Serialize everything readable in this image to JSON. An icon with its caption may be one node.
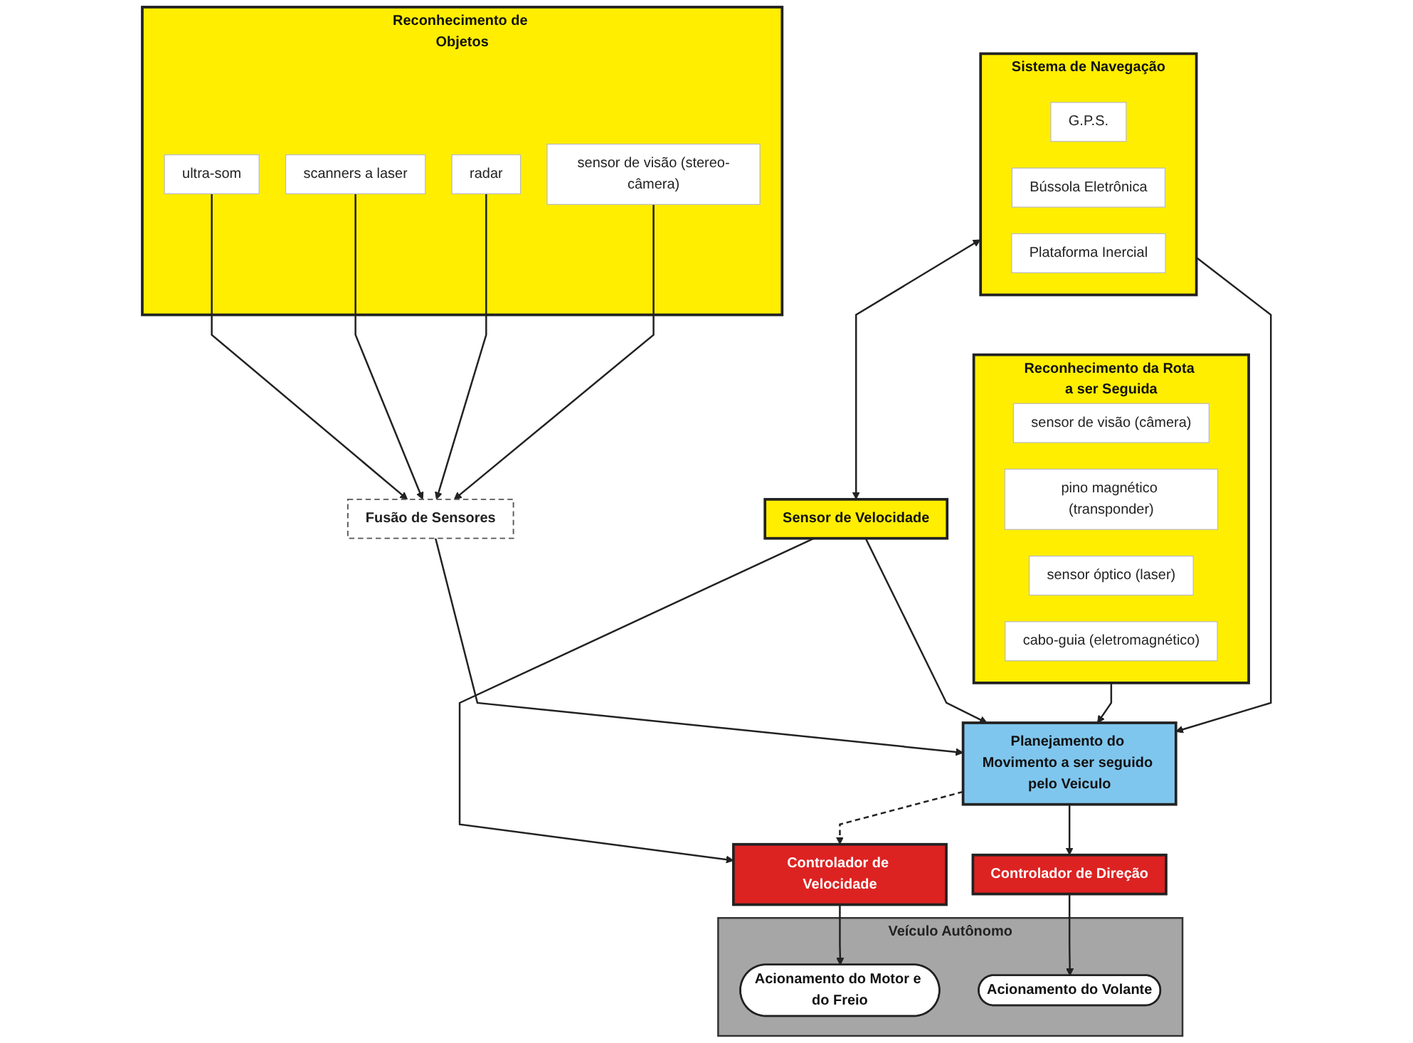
{
  "diagram": {
    "nodes": [
      {
        "text": [
          "Reconhecimento da Rota a ser Seguida"
        ]
      },
      {
        "text": [
          "sensor de visão (câmera)"
        ],
        "in": 0
      },
      {
        "text": [
          "pino magnético (transponder)"
        ],
        "in": 0
      },
      {
        "text": [
          "sensor óptico (laser)"
        ],
        "in": 0
      },
      {
        "text": [
          "cabo-guia (eletromagnético)"
        ],
        "in": 0
      },
      {
        "text": [
          "Reconhecimento de Objetos"
        ]
      },
      {
        "text": [
          "ultra-som"
        ],
        "in": 5
      },
      {
        "text": [
          "scanners a laser"
        ],
        "in": 5
      },
      {
        "text": [
          "radar"
        ],
        "in": 5
      },
      {
        "text": [
          "sensor de visão (stereo-câmera)"
        ],
        "in": 5
      },
      {
        "text": [
          "Fusão de Sensores"
        ]
      },
      {
        "text": [
          "Sistema de Navegação"
        ]
      },
      {
        "text": [
          "G.P.S."
        ],
        "in": 11
      },
      {
        "text": [
          "Bússola Eletrônica"
        ],
        "in": 11
      },
      {
        "text": [
          "Plataforma Inercial"
        ],
        "in": 11
      },
      {
        "text": [
          "Planejamento do Movimento a ser seguido pelo Veiculo"
        ]
      },
      {
        "text": [
          "Sensor de Velocidade"
        ]
      },
      {
        "text": [
          "Controlador de Velocidade"
        ]
      },
      {
        "text": [
          "Controlador de Direção"
        ]
      },
      {
        "text": [
          "Veículo Autônomo"
        ]
      },
      {
        "text": [
          "Acionamento do Motor e do Freio"
        ],
        "in": 19
      },
      {
        "text": [
          "Acionamento do Volante"
        ],
        "in": 19
      }
    ],
    "edges": [
      {
        "from": 6,
        "to": 10,
        "arrow": "to"
      },
      {
        "from": 7,
        "to": 10,
        "arrow": "to"
      },
      {
        "from": 8,
        "to": 10,
        "arrow": "to"
      },
      {
        "from": 9,
        "to": 10,
        "arrow": "to"
      },
      {
        "from": 10,
        "to": 15,
        "arrow": "to"
      },
      {
        "from": 0,
        "to": 15,
        "arrow": "to"
      },
      {
        "from": 11,
        "to": 15,
        "arrow": "to"
      },
      {
        "from": 16,
        "to": 15,
        "arrow": "to"
      },
      {
        "from": 11,
        "to": 16,
        "arrow": "both"
      },
      {
        "from": 16,
        "to": 17,
        "arrow": "to"
      },
      {
        "from": 15,
        "to": 17,
        "arrow": "to",
        "style": "dashed"
      },
      {
        "from": 15,
        "to": 18,
        "arrow": "to"
      },
      {
        "from": 17,
        "to": 20,
        "arrow": "to"
      },
      {
        "from": 18,
        "to": 21,
        "arrow": "to"
      }
    ]
  }
}
